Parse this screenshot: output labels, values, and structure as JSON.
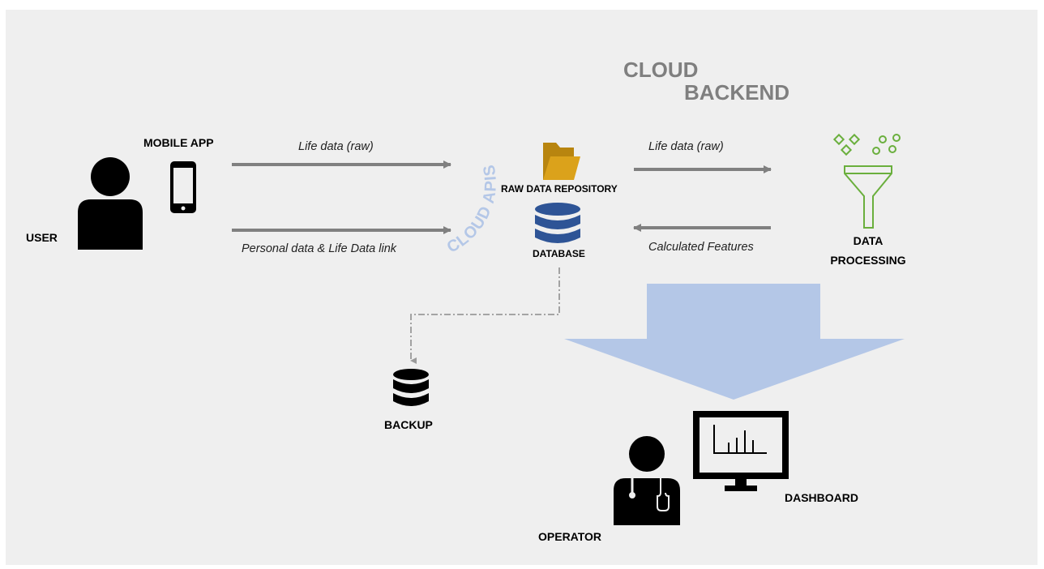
{
  "labels": {
    "cloud_backend_line1": "CLOUD",
    "cloud_backend_line2": "BACKEND",
    "mobile_app": "MOBILE APP",
    "user": "USER",
    "raw_data_repository": "RAW DATA REPOSITORY",
    "database": "DATABASE",
    "data_processing_line1": "DATA",
    "data_processing_line2": "PROCESSING",
    "backup": "BACKUP",
    "dashboard": "DASHBOARD",
    "operator": "OPERATOR",
    "cloud_apis": "CLOUD APIS"
  },
  "arrows": {
    "app_to_api_top": "Life data (raw)",
    "app_to_api_bottom": "Personal data & Life Data link",
    "repo_to_processing": "Life data (raw)",
    "processing_to_db": "Calculated Features"
  },
  "colors": {
    "panel": "#efefef",
    "title": "#7f7f7f",
    "arrow": "#808080",
    "folder": "#dba21b",
    "database": "#2e5496",
    "funnel": "#6aaf3d",
    "big_arrow": "#b4c7e7",
    "cloud_apis_text": "#b4c7e7"
  },
  "icons": [
    "user-icon",
    "mobile-phone-icon",
    "folder-icon",
    "database-icon",
    "funnel-icon",
    "backup-database-icon",
    "monitor-chart-icon",
    "doctor-icon"
  ]
}
